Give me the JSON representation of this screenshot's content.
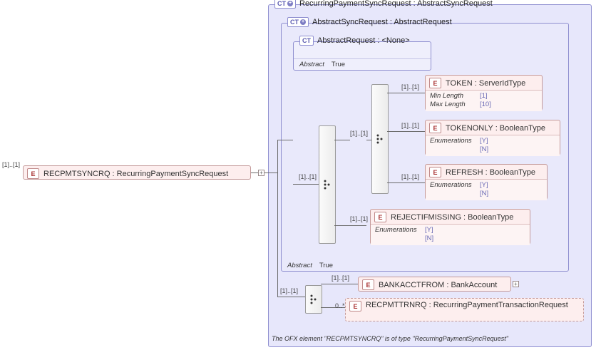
{
  "root_element": {
    "tag": "E",
    "label": "RECPMTSYNCRQ : RecurringPaymentSyncRequest",
    "cardinality": "[1]..[1]"
  },
  "outer_type": {
    "tag": "CT",
    "title": "RecurringPaymentSyncRequest : AbstractSyncRequest"
  },
  "mid_type": {
    "tag": "CT",
    "title": "AbstractSyncRequest : AbstractRequest",
    "abstract_key": "Abstract",
    "abstract_value": "True"
  },
  "inner_type": {
    "tag": "CT",
    "title": "AbstractRequest : <None>",
    "abstract_key": "Abstract",
    "abstract_value": "True"
  },
  "elements": {
    "token": {
      "tag": "E",
      "label": "TOKEN  : ServerIdType",
      "cardinality": "[1]..[1]",
      "facets": [
        {
          "key": "Min Length",
          "value": "[1]"
        },
        {
          "key": "Max Length",
          "value": "[10]"
        }
      ]
    },
    "tokenonly": {
      "tag": "E",
      "label": "TOKENONLY : BooleanType",
      "cardinality": "[1]..[1]",
      "facets": [
        {
          "key": "Enumerations",
          "value": "[Y]"
        },
        {
          "key": "",
          "value": "[N]"
        }
      ]
    },
    "refresh": {
      "tag": "E",
      "label": "REFRESH : BooleanType",
      "cardinality": "[1]..[1]",
      "facets": [
        {
          "key": "Enumerations",
          "value": "[Y]"
        },
        {
          "key": "",
          "value": "[N]"
        }
      ]
    },
    "rejectifmissing": {
      "tag": "E",
      "label": "REJECTIFMISSING : BooleanType",
      "cardinality": "[1]..[1]",
      "facets": [
        {
          "key": "Enumerations",
          "value": "[Y]"
        },
        {
          "key": "",
          "value": "[N]"
        }
      ]
    },
    "bankacctfrom": {
      "tag": "E",
      "label": "BANKACCTFROM : BankAccount",
      "cardinality": "[1]..[1]",
      "expand": "+"
    },
    "recpmttrnrq": {
      "tag": "E",
      "label": "RECPMTTRNRQ : RecurringPaymentTransactionRequest",
      "cardinality": "0..*",
      "expand": "+"
    }
  },
  "group_cardinalities": {
    "choice_group": "[1]..[1]",
    "inner_group": "[1]..[1]",
    "bottom_group": "[1]..[1]"
  },
  "footnote": "The OFX element \"RECPMTSYNCRQ\" is of type \"RecurringPaymentSyncRequest\""
}
